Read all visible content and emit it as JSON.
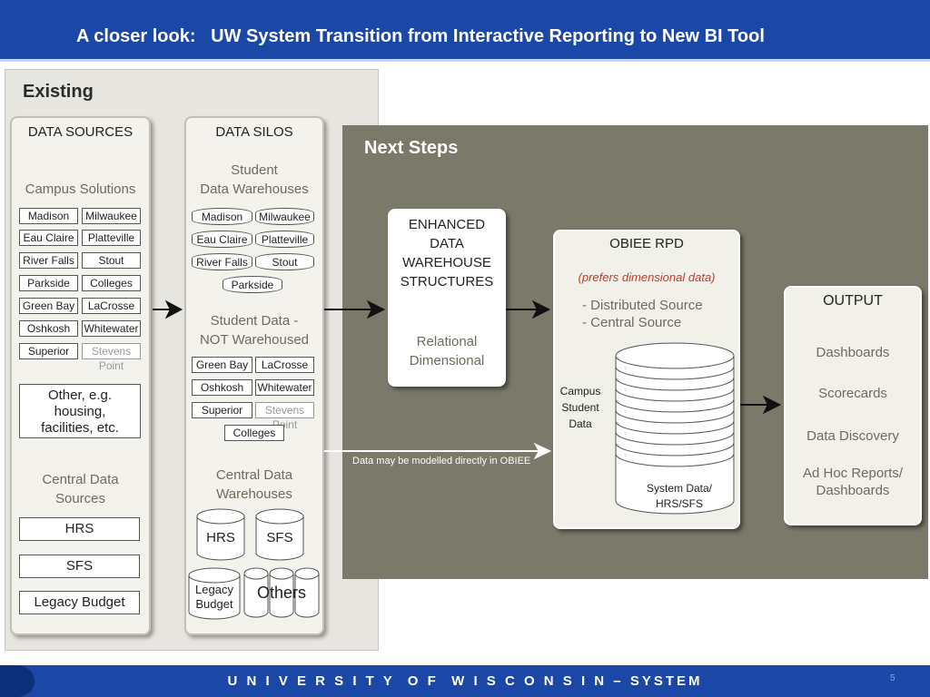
{
  "header": {
    "title": "A closer look:   UW System Transition from Interactive Reporting to New BI Tool"
  },
  "existing": {
    "title": "Existing",
    "data_sources": {
      "heading": "DATA SOURCES",
      "campus_solutions_label": "Campus Solutions",
      "campuses": [
        "Madison",
        "Milwaukee",
        "Eau Claire",
        "Platteville",
        "River Falls",
        "Stout",
        "Parkside",
        "Colleges",
        "Green Bay",
        "LaCrosse",
        "Oshkosh",
        "Whitewater",
        "Superior",
        "Stevens Point"
      ],
      "other_lines": [
        "Other, e.g.",
        "housing,",
        "facilities, etc."
      ],
      "central_label": [
        "Central Data",
        "Sources"
      ],
      "central_sources": [
        "HRS",
        "SFS",
        "Legacy Budget"
      ]
    },
    "data_silos": {
      "heading": "DATA SILOS",
      "student_dw_label": [
        "Student",
        "Data Warehouses"
      ],
      "student_dw": [
        "Madison",
        "Milwaukee",
        "Eau Claire",
        "Platteville",
        "River Falls",
        "Stout",
        "Parkside"
      ],
      "not_warehoused_label": [
        "Student Data -",
        "NOT Warehoused"
      ],
      "not_warehoused": [
        "Green Bay",
        "LaCrosse",
        "Oshkosh",
        "Whitewater",
        "Superior",
        "Stevens Point",
        "Colleges"
      ],
      "central_dw_label": [
        "Central Data",
        "Warehouses"
      ],
      "central_dw": [
        "HRS",
        "SFS"
      ],
      "legacy_budget": [
        "Legacy",
        "Budget"
      ],
      "others": "Others"
    }
  },
  "next_steps": {
    "title": "Next Steps",
    "enhanced": {
      "lines": [
        "ENHANCED",
        "DATA",
        "WAREHOUSE",
        "STRUCTURES"
      ],
      "sub_lines": [
        "Relational",
        "Dimensional"
      ]
    },
    "obiee": {
      "title": "OBIEE RPD",
      "note": "(prefers dimensional data)",
      "bullets": [
        "- Distributed Source",
        "- Central Source"
      ],
      "cyl_label": [
        "Campus",
        "Student",
        "Data"
      ],
      "cyl_bottom": [
        "System Data/",
        "HRS/SFS"
      ]
    },
    "direct_note": "Data may be modelled directly in OBIEE",
    "output": {
      "title": "OUTPUT",
      "items": [
        "Dashboards",
        "Scorecards",
        "Data Discovery",
        "Ad Hoc Reports/ Dashboards"
      ]
    }
  },
  "footer": {
    "title": "U N I V E R S I T Y  O F  W I S C O N S I N – SYSTEM",
    "page_number": "5"
  },
  "colors": {
    "header_bg": "#1b47a6",
    "next_steps_bg": "#7b796a",
    "note_red": "#c0392b"
  }
}
